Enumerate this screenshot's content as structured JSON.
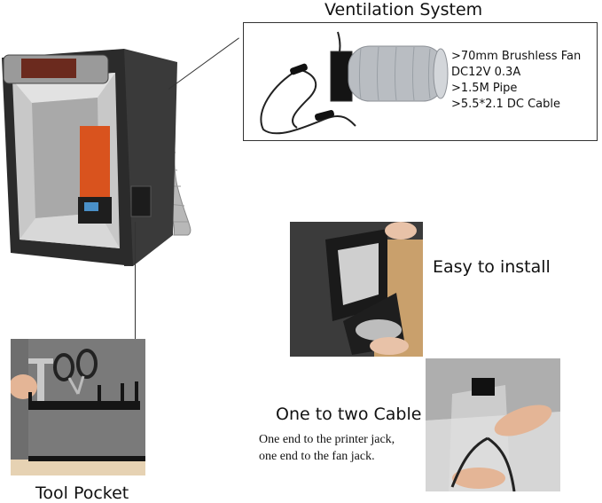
{
  "ventilation": {
    "title": "Ventilation System",
    "specs": [
      ">70mm Brushless Fan",
      "DC12V 0.3A",
      ">1.5M Pipe",
      ">5.5*2.1 DC Cable"
    ]
  },
  "features": {
    "easy_install": "Easy to install",
    "cable_title": "One to two Cable",
    "cable_desc_1": "One end to the printer jack,",
    "cable_desc_2": "one end to the fan jack."
  },
  "tool_pocket": {
    "label": "Tool Pocket"
  },
  "colors": {
    "enclosure": "#2b2b2b",
    "foil": "#c8c8c8",
    "printer_resin": "#d9531e",
    "pocket": "#6e6e6e"
  }
}
